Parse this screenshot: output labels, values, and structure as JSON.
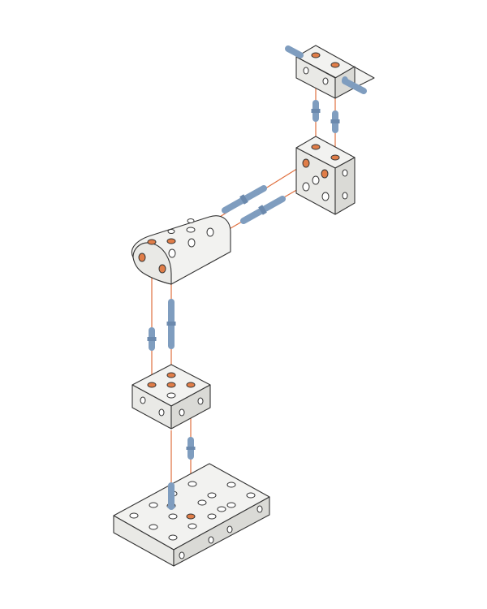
{
  "colors": {
    "background": "#ffffff",
    "block_top": "#f2f2f0",
    "block_side_light": "#e9e9e6",
    "block_side_dark": "#dadad6",
    "outline": "#333333",
    "guide_line": "#e0703f",
    "highlight_hole": "#e07d48",
    "dowel": "#7f9dbf",
    "dowel_ring": "#6b89ad"
  },
  "assembly": {
    "blocks": [
      {
        "name": "base-plate-block",
        "type": "plate"
      },
      {
        "name": "lower-cube-block",
        "type": "cube"
      },
      {
        "name": "half-round-block",
        "type": "half-round"
      },
      {
        "name": "right-cube-block",
        "type": "cube"
      },
      {
        "name": "top-bracket-block",
        "type": "bracket"
      }
    ],
    "dowels": [
      {
        "name": "base-long-dowel"
      },
      {
        "name": "base-short-dowel"
      },
      {
        "name": "column-short-dowel"
      },
      {
        "name": "column-long-dowel"
      },
      {
        "name": "arm-dowel-upper"
      },
      {
        "name": "arm-dowel-lower"
      },
      {
        "name": "top-dowel-left"
      },
      {
        "name": "top-dowel-right"
      },
      {
        "name": "bracket-pin-left"
      },
      {
        "name": "bracket-pin-right"
      }
    ]
  }
}
